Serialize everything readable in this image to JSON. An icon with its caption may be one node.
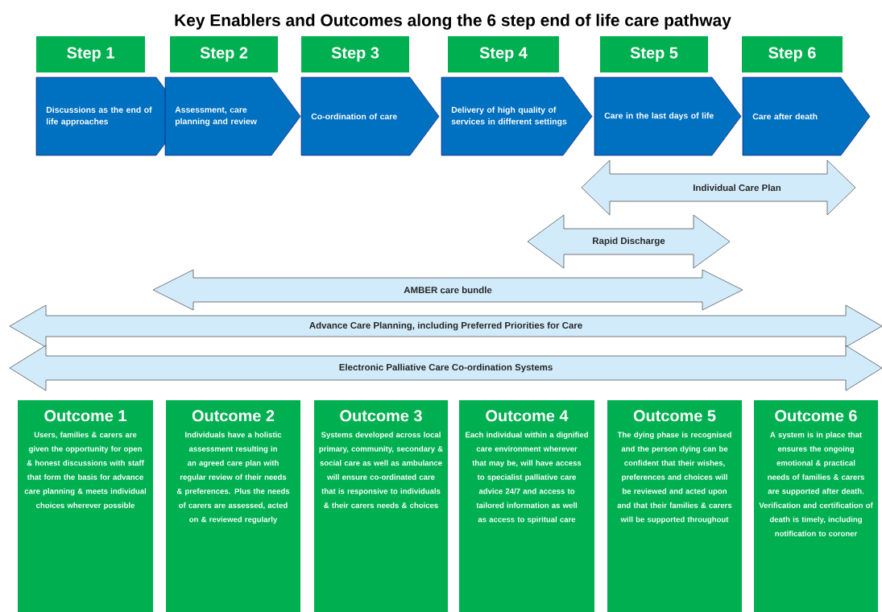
{
  "diagram": {
    "title": "Key Enablers and Outcomes along the 6 step end of life care pathway",
    "nodes": [
      {
        "text": [
          "Step 1"
        ]
      },
      {
        "text": [
          "Step 2"
        ]
      },
      {
        "text": [
          "Step 3"
        ]
      },
      {
        "text": [
          "Step 4"
        ]
      },
      {
        "text": [
          "Step 5"
        ]
      },
      {
        "text": [
          "Step 6"
        ]
      },
      {
        "text": [
          "Discussions as the end of life approaches"
        ]
      },
      {
        "text": [
          "Assessment, care planning and review"
        ]
      },
      {
        "text": [
          "Co-ordination of care"
        ]
      },
      {
        "text": [
          "Delivery of high quality of services in different settings"
        ]
      },
      {
        "text": [
          "Care in the last days of life"
        ]
      },
      {
        "text": [
          "Care after death"
        ]
      },
      {
        "text": [
          "Individual Care Plan"
        ]
      },
      {
        "text": [
          "Rapid Discharge"
        ]
      },
      {
        "text": [
          "AMBER care bundle"
        ]
      },
      {
        "text": [
          "Advance Care Planning, including Preferred Priorities for Care"
        ]
      },
      {
        "text": [
          "Electronic Palliative Care Co-ordination Systems"
        ]
      },
      {
        "text": [
          "Outcome 1",
          "Users, families & carers are given the opportunity for open & honest discussions with staff that form the basis for advance care planning & meets individual choices wherever possible"
        ]
      },
      {
        "text": [
          "Outcome 2",
          "Individuals have a holistic assessment resulting in an agreed care plan with regular review of their needs & preferences. Plus the needs of carers are assessed, acted on & reviewed regularly"
        ]
      },
      {
        "text": [
          "Outcome 3",
          "Systems developed across local primary, community, secondary & social care as well as ambulance will ensure co-ordinated care that is responsive to individuals & their carers needs & choices"
        ]
      },
      {
        "text": [
          "Outcome 4",
          "Each individual within a dignified care environment wherever that may be, will have access to specialist palliative care advice 24/7 and access to tailored information as well as access to spiritual care"
        ]
      },
      {
        "text": [
          "Outcome 5",
          "The dying phase is recognised and the person dying can be confident that their wishes, preferences and choices will be reviewed and acted upon and that their families & carers will be supported throughout"
        ]
      },
      {
        "text": [
          "Outcome 6",
          "A system is in place that ensures the ongoing emotional & practical needs of families & carers are supported after death. Verification and certification of death is timely, including notification to coroner"
        ]
      }
    ]
  }
}
